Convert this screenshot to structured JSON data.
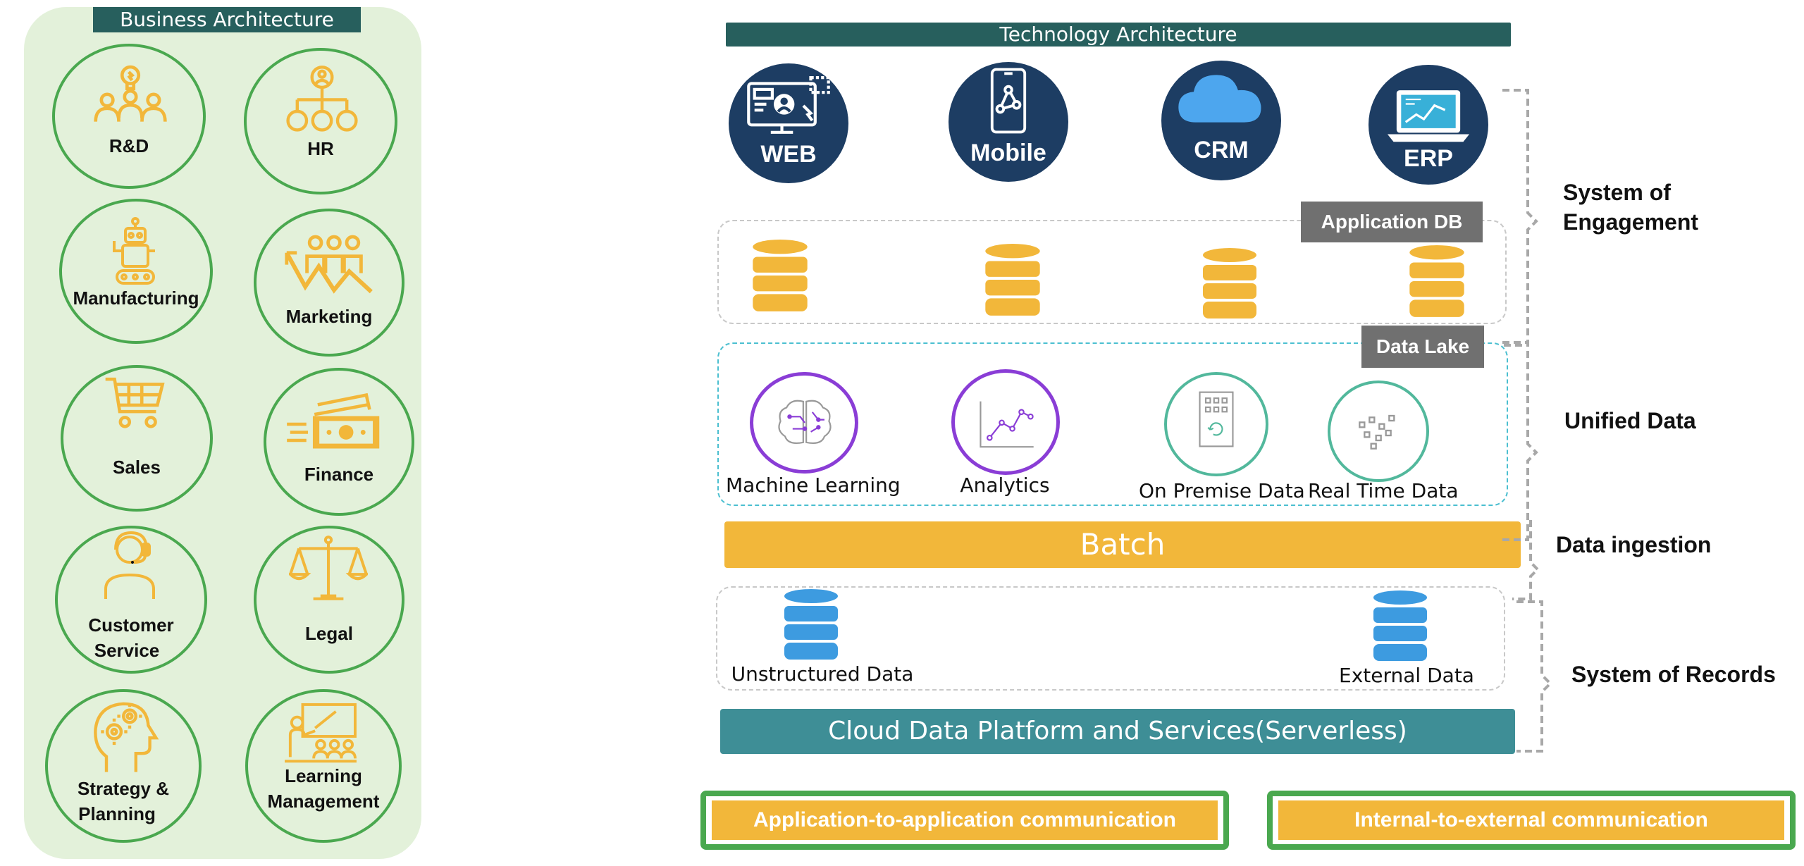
{
  "business": {
    "title": "Business Architecture",
    "items": [
      {
        "label": "R&D",
        "icon": "research-idea-icon"
      },
      {
        "label": "HR",
        "icon": "org-chart-icon"
      },
      {
        "label": "Manufacturing",
        "icon": "robot-icon"
      },
      {
        "label": "Marketing",
        "icon": "marketing-team-icon"
      },
      {
        "label": "Sales",
        "icon": "shopping-cart-icon"
      },
      {
        "label": "Finance",
        "icon": "money-icon"
      },
      {
        "label": "Customer",
        "label2": "Service",
        "icon": "headset-agent-icon"
      },
      {
        "label": "Legal",
        "icon": "scales-icon"
      },
      {
        "label": "Strategy &",
        "label2": "Planning",
        "icon": "head-gears-icon"
      },
      {
        "label": "Learning",
        "label2": "Management",
        "icon": "teacher-board-icon"
      }
    ]
  },
  "tech": {
    "title": "Technology Architecture",
    "channels": [
      {
        "label": "WEB",
        "icon": "web-monitor-icon"
      },
      {
        "label": "Mobile",
        "icon": "mobile-phone-icon"
      },
      {
        "label": "CRM",
        "icon": "cloud-icon"
      },
      {
        "label": "ERP",
        "icon": "laptop-chart-icon"
      }
    ],
    "application_db": "Application DB",
    "data_lake": "Data Lake",
    "lake_items": [
      {
        "label": "Machine Learning",
        "icon": "brain-circuit-icon"
      },
      {
        "label": "Analytics",
        "icon": "line-chart-icon"
      },
      {
        "label": "On Premise Data",
        "icon": "building-icon"
      },
      {
        "label": "Real Time Data",
        "icon": "scatter-points-icon"
      }
    ],
    "batch": "Batch",
    "records": [
      {
        "label": "Unstructured Data",
        "icon": "database-icon"
      },
      {
        "label": "External Data",
        "icon": "database-icon"
      }
    ],
    "platform": "Cloud Data Platform and Services(Serverless)"
  },
  "layers": {
    "engagement_1": "System of",
    "engagement_2": "Engagement",
    "unified": "Unified Data",
    "ingestion": "Data ingestion",
    "records": "System of Records"
  },
  "communication": {
    "left": "Application-to-application communication",
    "right": "Internal-to-external communication"
  },
  "colors": {
    "teal_header": "#275f5d",
    "navy": "#1d3d63",
    "gold": "#f2b73a",
    "green": "#4aa84f",
    "blue_db": "#3d9be0",
    "platform": "#3e8e96",
    "panel": "#e3f1da"
  }
}
